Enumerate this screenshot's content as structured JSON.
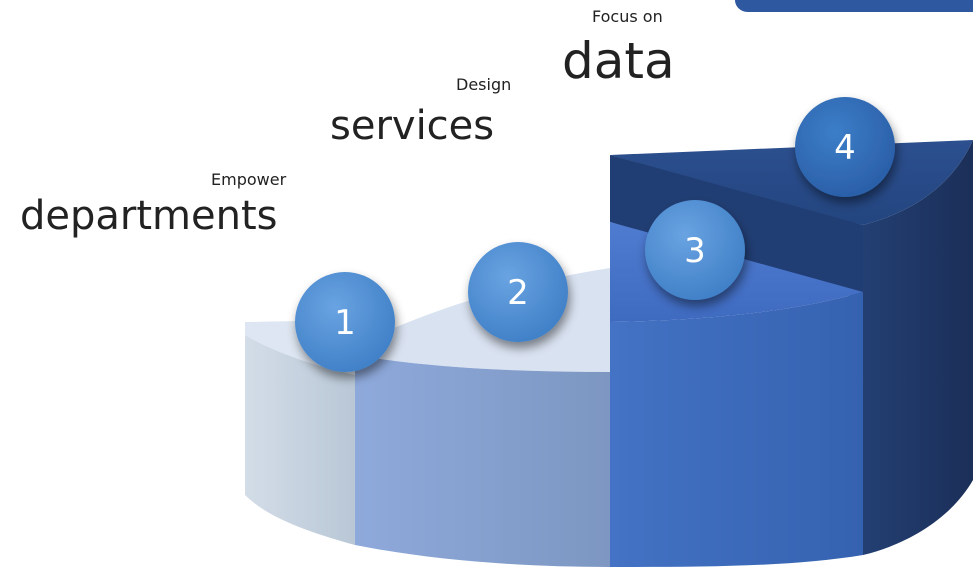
{
  "steps": [
    {
      "number": "1",
      "caption": "Empower",
      "title": "departments"
    },
    {
      "number": "2",
      "caption": "Design",
      "title": "services"
    },
    {
      "number": "3",
      "caption": "",
      "title": ""
    },
    {
      "number": "4",
      "caption": "Focus on",
      "title": "data"
    }
  ],
  "colors": {
    "segment_1": "#c3cfdc",
    "segment_2": "#8aa5d4",
    "segment_3": "#3d6fbe",
    "segment_4": "#1f3560",
    "badge": "#4f8fd6"
  }
}
